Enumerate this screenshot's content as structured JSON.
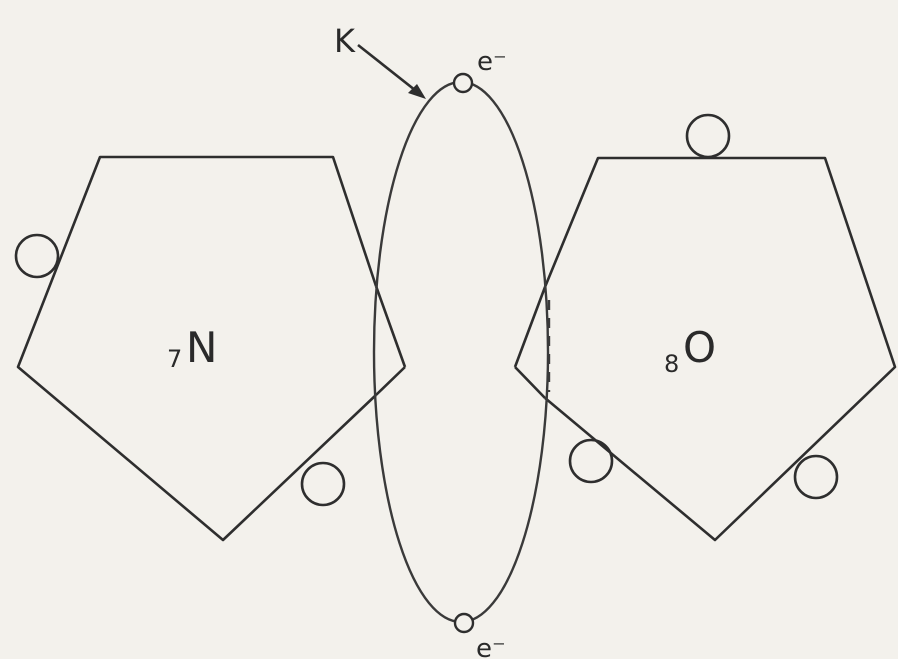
{
  "figure": {
    "orbit_label": "K",
    "electron_top_label": "e⁻",
    "electron_bottom_label": "e⁻",
    "nitrogen": {
      "subscript": "7",
      "symbol": "N"
    },
    "oxygen": {
      "subscript": "8",
      "symbol": "O"
    }
  },
  "colors": {
    "ink": "#2e2e2e",
    "paper": "#f3f1ec"
  }
}
